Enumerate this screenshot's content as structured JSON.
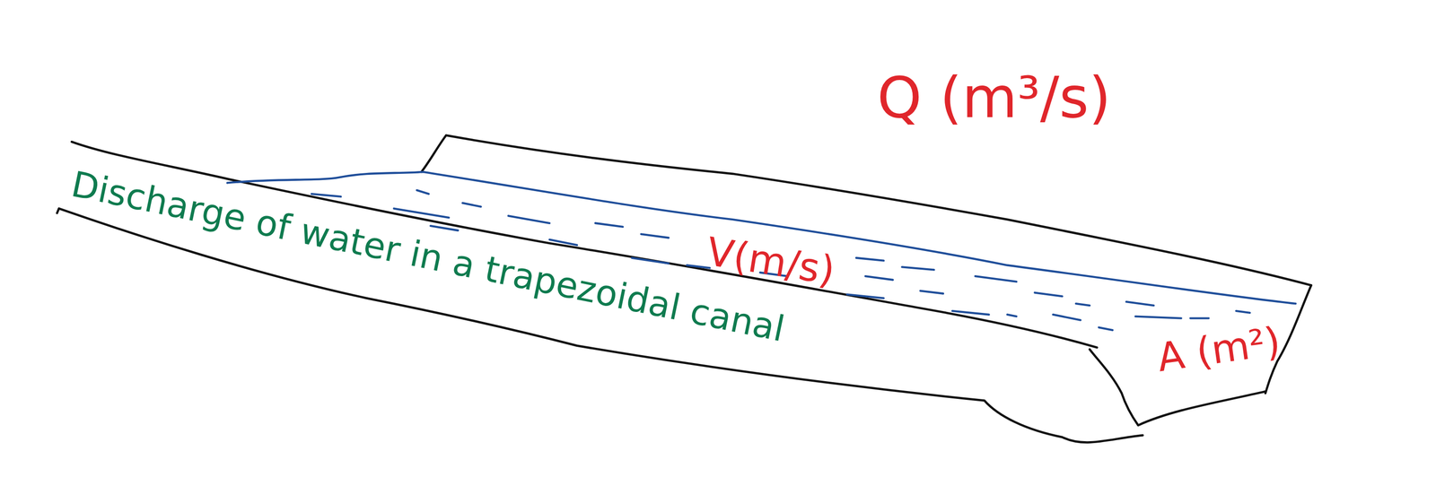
{
  "diagram": {
    "labels": [
      "Q (m³/s)",
      "V(m/s)",
      "A (m²)",
      "Discharge of water in a trapezoidal canal"
    ]
  }
}
